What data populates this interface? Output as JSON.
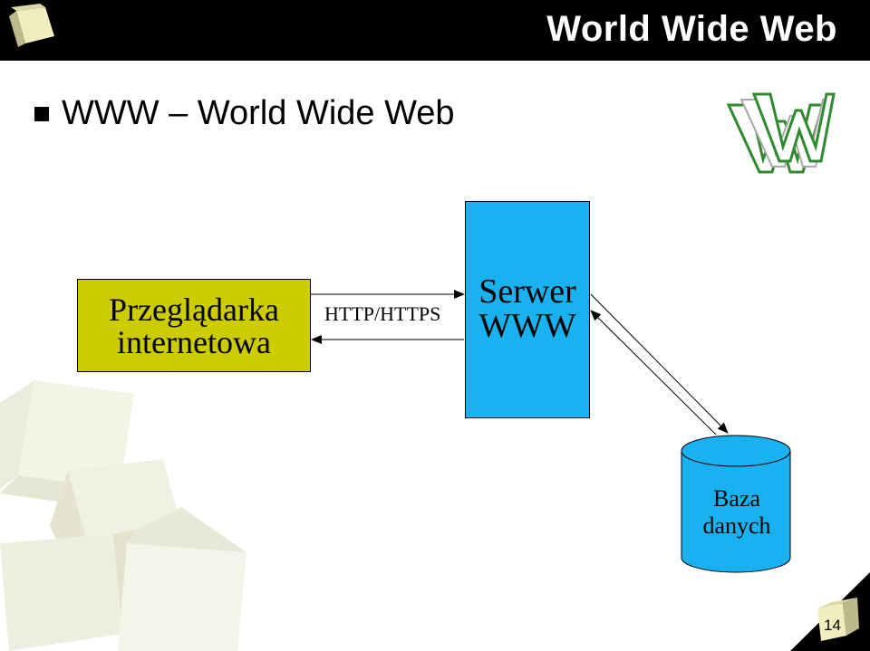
{
  "slide": {
    "title": "World Wide Web",
    "bullet": "WWW – World Wide Web",
    "page_number": "14"
  },
  "diagram": {
    "browser_label_line1": "Przeglądarka",
    "browser_label_line2": "internetowa",
    "protocol_label": "HTTP/HTTPS",
    "server_label_line1": "Serwer",
    "server_label_line2": "WWW",
    "database_label_line1": "Baza",
    "database_label_line2": "danych"
  },
  "colors": {
    "title_bar": "#000000",
    "browser_box": "#cccc00",
    "server_box": "#19b2f0",
    "database": "#19b2f0"
  },
  "icons": [
    "cube-logo-icon",
    "www-logo-icon",
    "decorative-cubes",
    "page-number-cube-icon"
  ]
}
